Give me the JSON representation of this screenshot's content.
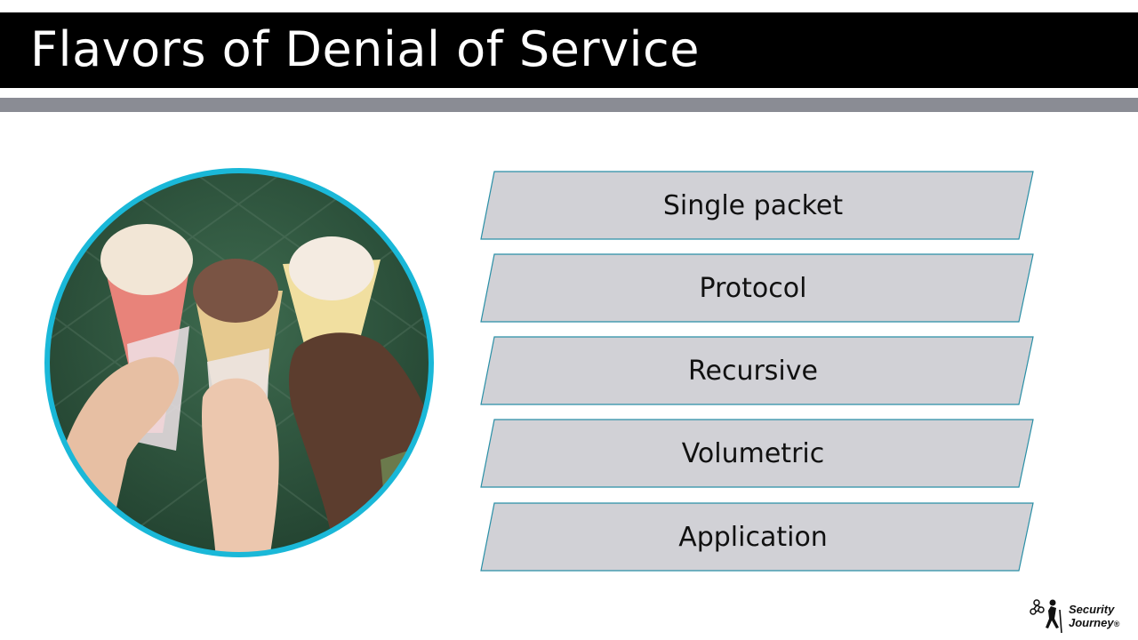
{
  "slide": {
    "title": "Flavors of Denial of Service",
    "items": [
      {
        "label": "Single packet"
      },
      {
        "label": "Protocol"
      },
      {
        "label": "Recursive"
      },
      {
        "label": "Volumetric"
      },
      {
        "label": "Application"
      }
    ]
  },
  "logo": {
    "line1": "Security",
    "line2": "Journey",
    "mark": "®",
    "icon": "hiker-network-icon"
  },
  "colors": {
    "title_bg": "#000000",
    "band": "#8a8c94",
    "circle_border": "#1ab8d8",
    "item_fill": "#d1d1d6",
    "item_border": "#2a8fa6"
  },
  "image": {
    "subject": "three hands holding ice cream cones",
    "icon": "ice-cream-photo"
  }
}
